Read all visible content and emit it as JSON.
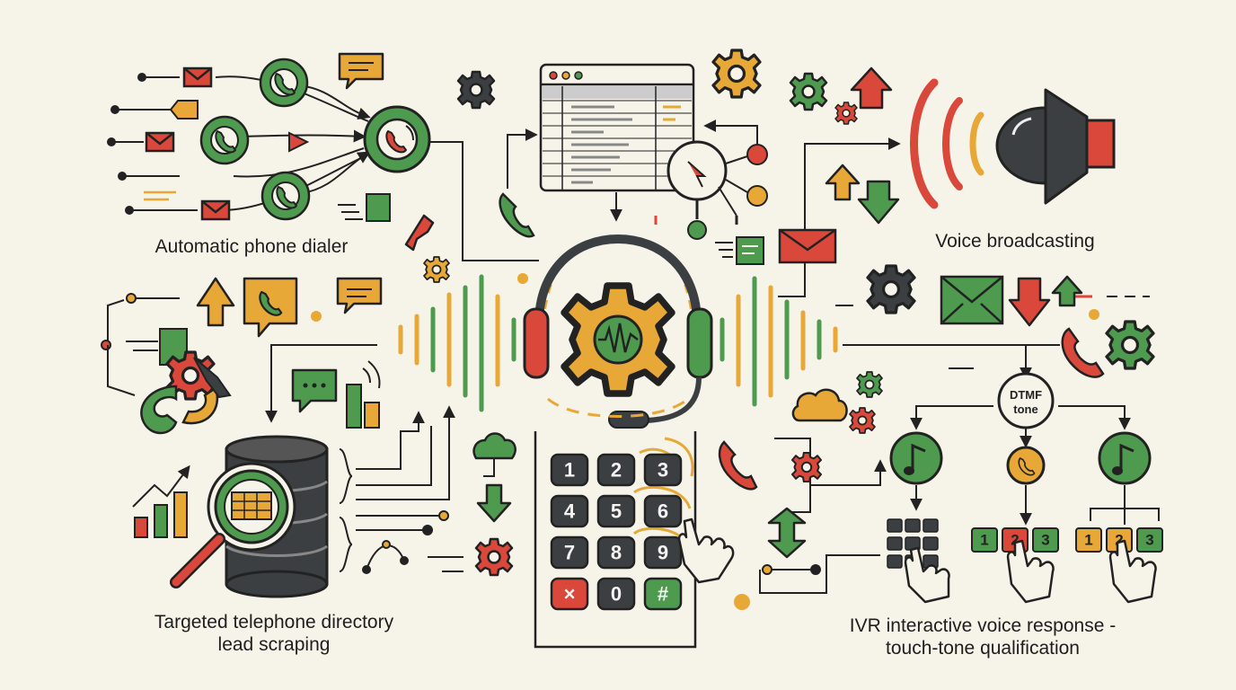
{
  "captions": {
    "dialer": "Automatic phone dialer",
    "broadcast": "Voice broadcasting",
    "directory_line1": "Targeted telephone directory",
    "directory_line2": "lead scraping",
    "ivr_line1": "IVR interactive voice response -",
    "ivr_line2": "touch-tone qualification"
  },
  "dtmf": {
    "line1": "DTMF",
    "line2": "tone"
  },
  "keypad": {
    "keys": [
      "1",
      "2",
      "3",
      "4",
      "5",
      "6",
      "7",
      "8",
      "9",
      "×",
      "0",
      "#"
    ]
  },
  "ivr_options": {
    "left": [
      "1",
      "2",
      "3"
    ],
    "right": [
      "1",
      "2",
      "3"
    ]
  },
  "colors": {
    "green": "#4e9a4f",
    "orange": "#e8a838",
    "red": "#d9483b",
    "dark": "#3c3f41",
    "cream": "#f6f3e9"
  }
}
